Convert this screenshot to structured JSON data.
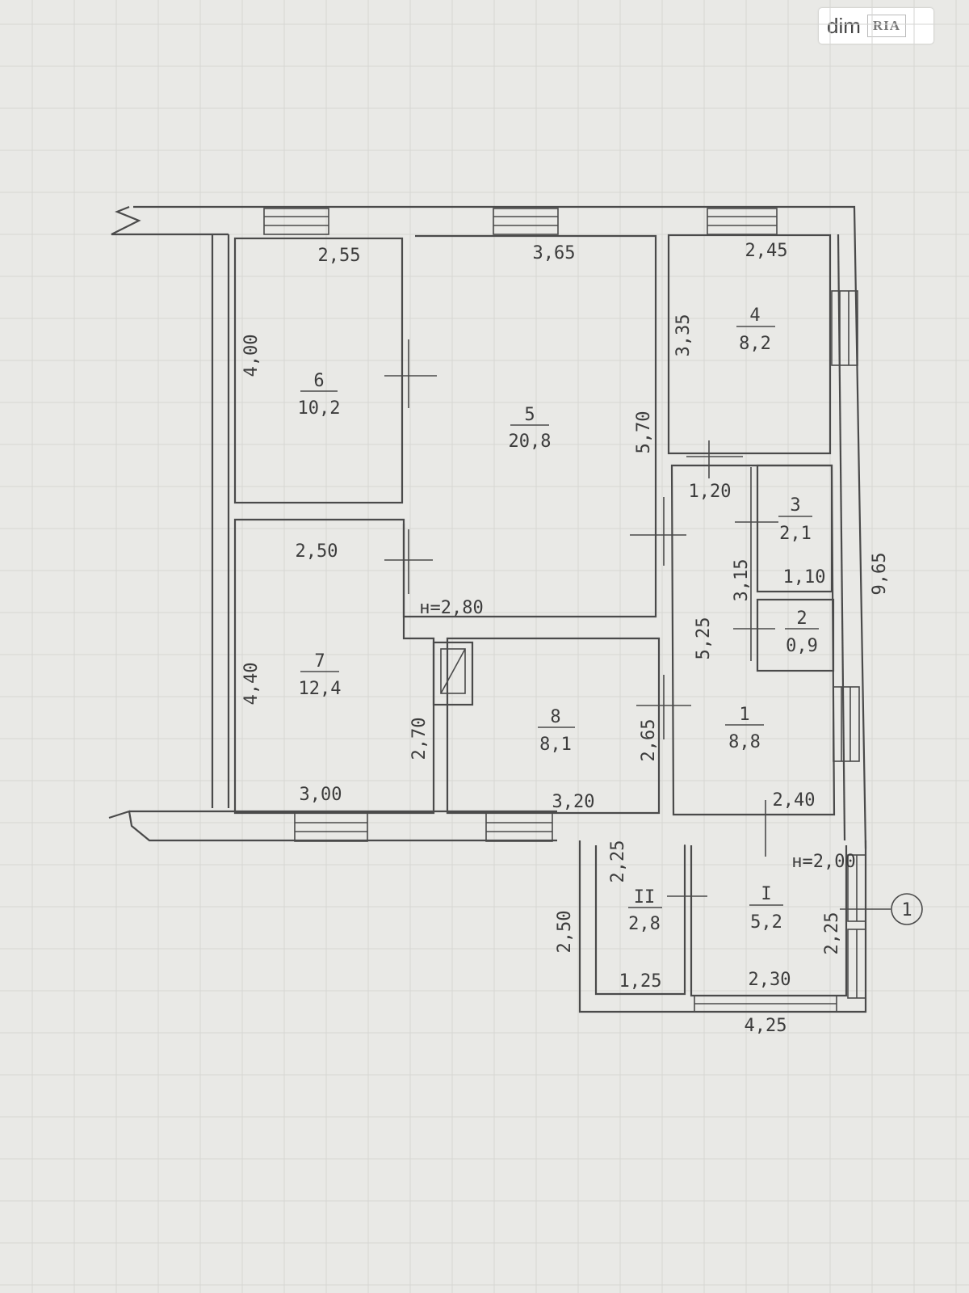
{
  "watermark": {
    "part1": "dim",
    "part2": "RIA"
  },
  "rooms": [
    {
      "id": "6",
      "area": "10,2"
    },
    {
      "id": "5",
      "area": "20,8"
    },
    {
      "id": "4",
      "area": "8,2"
    },
    {
      "id": "3",
      "area": "2,1"
    },
    {
      "id": "2",
      "area": "0,9"
    },
    {
      "id": "7",
      "area": "12,4"
    },
    {
      "id": "8",
      "area": "8,1"
    },
    {
      "id": "1",
      "area": "8,8"
    },
    {
      "id": "II",
      "area": "2,8"
    },
    {
      "id": "I",
      "area": "5,2"
    }
  ],
  "dimensions": {
    "r6_width": "2,55",
    "r6_height": "4,00",
    "r5_width": "3,65",
    "r5_height": "5,70",
    "r4_width": "2,45",
    "r4_height": "3,35",
    "r7_width_top": "2,50",
    "r7_width_bottom": "3,00",
    "r7_height": "4,40",
    "r7_inner": "2,70",
    "r8_width": "3,20",
    "r8_height": "2,65",
    "r1_width_top": "1,20",
    "r1_width_bottom": "2,40",
    "r1_height": "5,25",
    "r3_width": "1,10",
    "r3_height": "3,15",
    "total_right": "9,65",
    "rII_width": "1,25",
    "rII_height": "2,25",
    "rI_width": "2,30",
    "rI_height": "2,25",
    "annex_width": "4,25",
    "annex_height": "2,50",
    "h_main": "н=2,80",
    "h_annex": "н=2,00"
  },
  "section_marker": "1"
}
